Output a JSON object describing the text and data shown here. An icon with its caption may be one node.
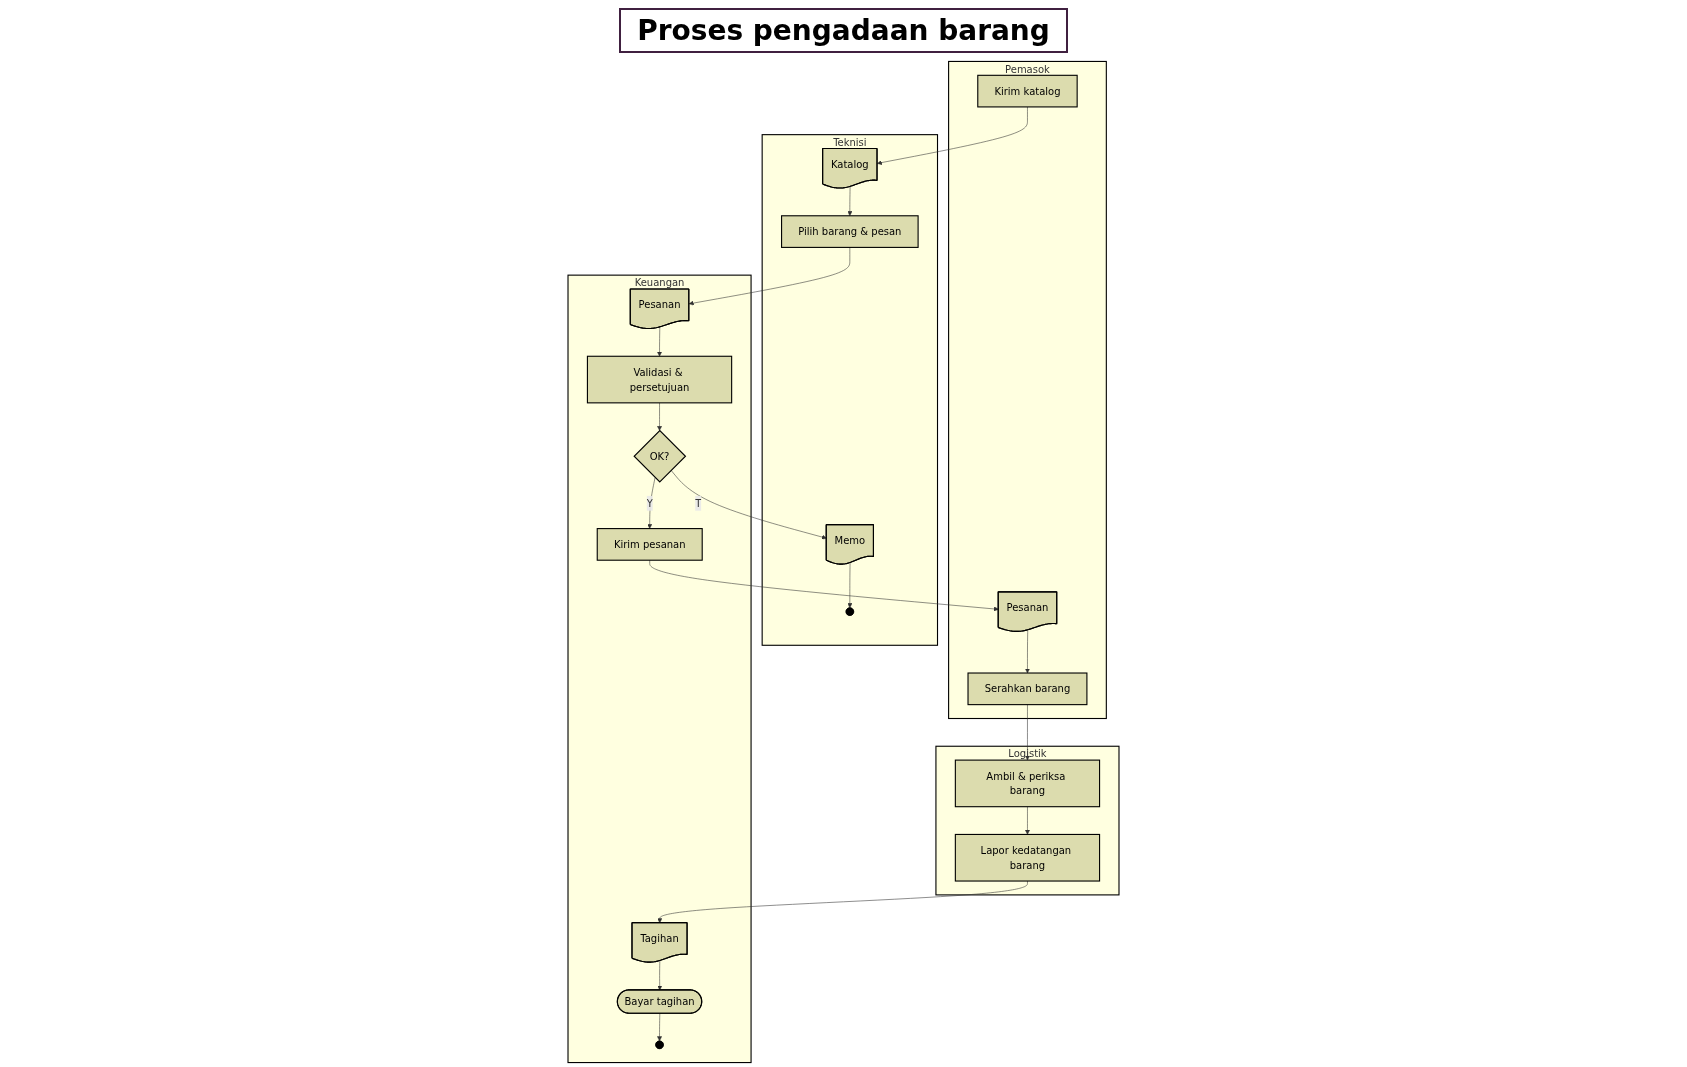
{
  "diagram": {
    "title": "Proses pengadaan barang",
    "nodes": [
      {
        "text": [
          "Teknisi"
        ]
      },
      {
        "text": [
          "Pemasok"
        ]
      },
      {
        "text": [
          "Logistik"
        ]
      },
      {
        "text": [
          "Keuangan"
        ]
      },
      {
        "text": [
          "Katalog"
        ],
        "in": 0
      },
      {
        "text": [
          "Kirim katalog"
        ],
        "in": 1
      },
      {
        "text": [
          "Pilih barang & pesan"
        ],
        "in": 0
      },
      {
        "text": [
          "Pesanan"
        ],
        "in": 3
      },
      {
        "text": [
          "Validasi & persetujuan"
        ],
        "in": 3
      },
      {
        "text": [
          "OK?"
        ],
        "in": 3
      },
      {
        "text": [
          "Memo"
        ],
        "in": 0
      },
      {
        "text": [],
        "shape": "circle",
        "in": 0
      },
      {
        "text": [
          "Kirim pesanan"
        ],
        "in": 3
      },
      {
        "text": [
          "Pesanan"
        ],
        "in": 1
      },
      {
        "text": [
          "Serahkan barang"
        ],
        "in": 1
      },
      {
        "text": [
          "Ambil & periksa barang"
        ],
        "in": 2
      },
      {
        "text": [
          "Lapor kedatangan barang"
        ],
        "in": 2
      },
      {
        "text": [
          "Tagihan"
        ],
        "in": 3
      },
      {
        "text": [
          "Bayar tagihan"
        ],
        "in": 3
      },
      {
        "text": [],
        "shape": "circle",
        "in": 3
      }
    ],
    "edges": [
      {
        "from": 5,
        "to": 4,
        "arrow": "to"
      },
      {
        "from": 4,
        "to": 6,
        "arrow": "to"
      },
      {
        "from": 6,
        "to": 7,
        "arrow": "to"
      },
      {
        "from": 7,
        "to": 8,
        "arrow": "to"
      },
      {
        "from": 8,
        "to": 9,
        "arrow": "to"
      },
      {
        "from": 9,
        "to": 10,
        "arrow": "to",
        "label": "T"
      },
      {
        "from": 9,
        "to": 12,
        "arrow": "to",
        "label": "Y"
      },
      {
        "from": 10,
        "to": 11,
        "arrow": "to"
      },
      {
        "from": 12,
        "to": 13,
        "arrow": "to"
      },
      {
        "from": 13,
        "to": 14,
        "arrow": "to"
      },
      {
        "from": 14,
        "to": 15,
        "arrow": "to"
      },
      {
        "from": 15,
        "to": 16,
        "arrow": "to"
      },
      {
        "from": 16,
        "to": 17,
        "arrow": "to"
      },
      {
        "from": 17,
        "to": 18,
        "arrow": "to"
      },
      {
        "from": 18,
        "to": 19,
        "arrow": "to"
      }
    ]
  }
}
